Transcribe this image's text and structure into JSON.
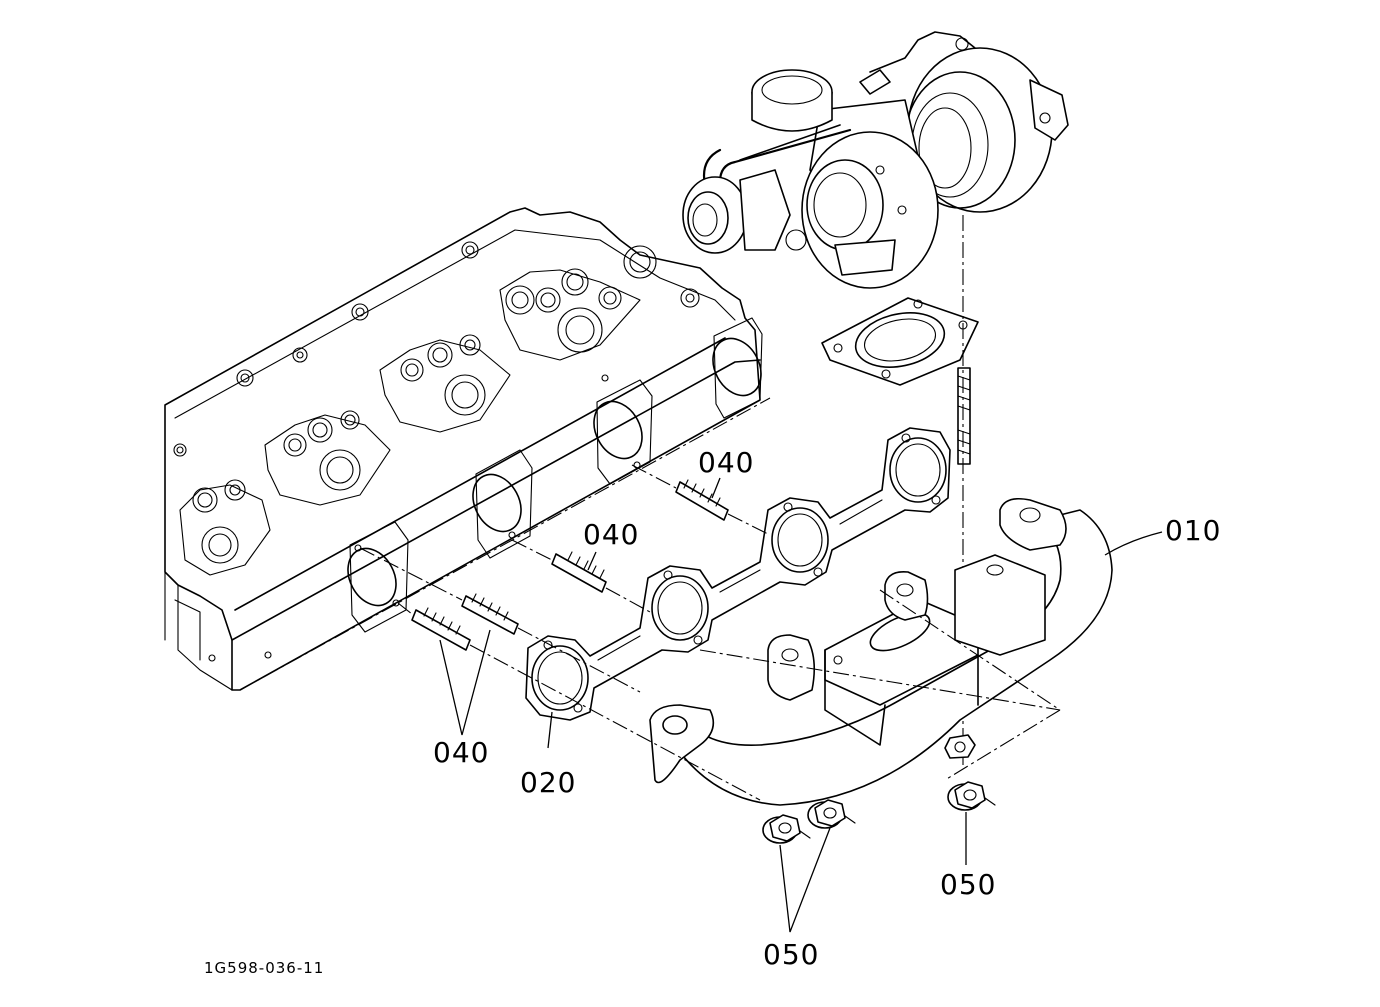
{
  "diagram": {
    "callouts": {
      "c010": "010",
      "c020": "020",
      "c040_upper": "040",
      "c040_middle": "040",
      "c040_lower": "040",
      "c050_right": "050",
      "c050_bottom": "050"
    },
    "drawing_code": "1G598-036-11"
  }
}
